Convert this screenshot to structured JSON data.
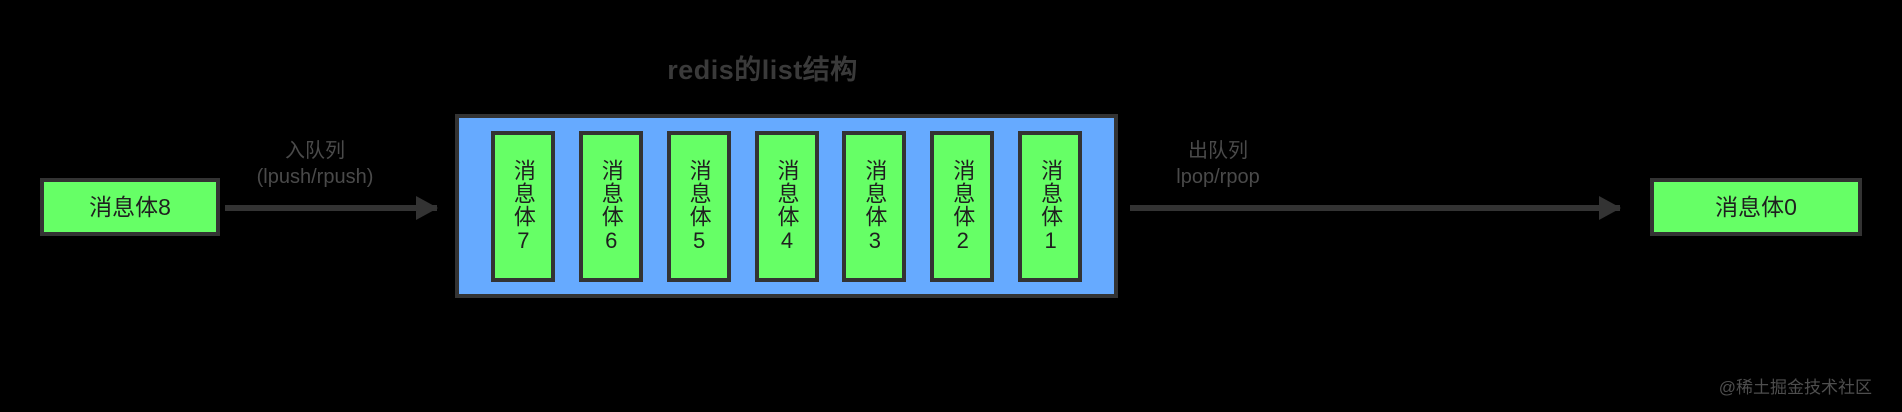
{
  "title": "redis的list结构",
  "colors": {
    "background": "#000000",
    "message_box_fill": "#66FF66",
    "list_container_fill": "#66AAFF",
    "stroke": "#333333",
    "title_text": "#3a3a3a",
    "label_text": "#4a4a4a",
    "watermark_text": "#4e4e4e"
  },
  "producer": {
    "box_label": "消息体8"
  },
  "consumer": {
    "box_label": "消息体0"
  },
  "enqueue": {
    "line1": "入队列",
    "line2": "(lpush/rpush)"
  },
  "dequeue": {
    "line1": "出队列",
    "line2": "lpop/rpop"
  },
  "list": {
    "cells": [
      {
        "label": "消息体7"
      },
      {
        "label": "消息体6"
      },
      {
        "label": "消息体5"
      },
      {
        "label": "消息体4"
      },
      {
        "label": "消息体3"
      },
      {
        "label": "消息体2"
      },
      {
        "label": "消息体1"
      }
    ]
  },
  "watermark": "@稀土掘金技术社区"
}
